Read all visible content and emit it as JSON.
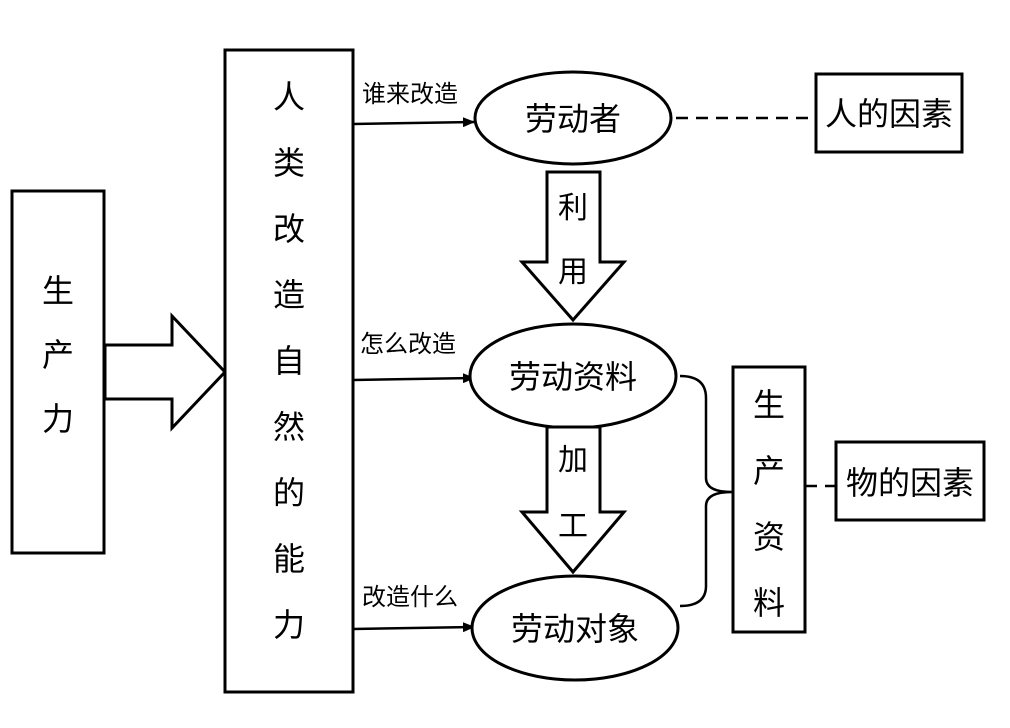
{
  "productivity": "生产力",
  "ability": "人类改造自然的能力",
  "questions": {
    "who": "谁来改造",
    "how": "怎么改造",
    "what": "改造什么"
  },
  "ellipses": {
    "laborer": "劳动者",
    "means": "劳动资料",
    "object": "劳动对象"
  },
  "arrows": {
    "use": "利用",
    "process": "加工"
  },
  "means_of_production": "生产资料",
  "factors": {
    "human": "人的因素",
    "material": "物的因素"
  }
}
